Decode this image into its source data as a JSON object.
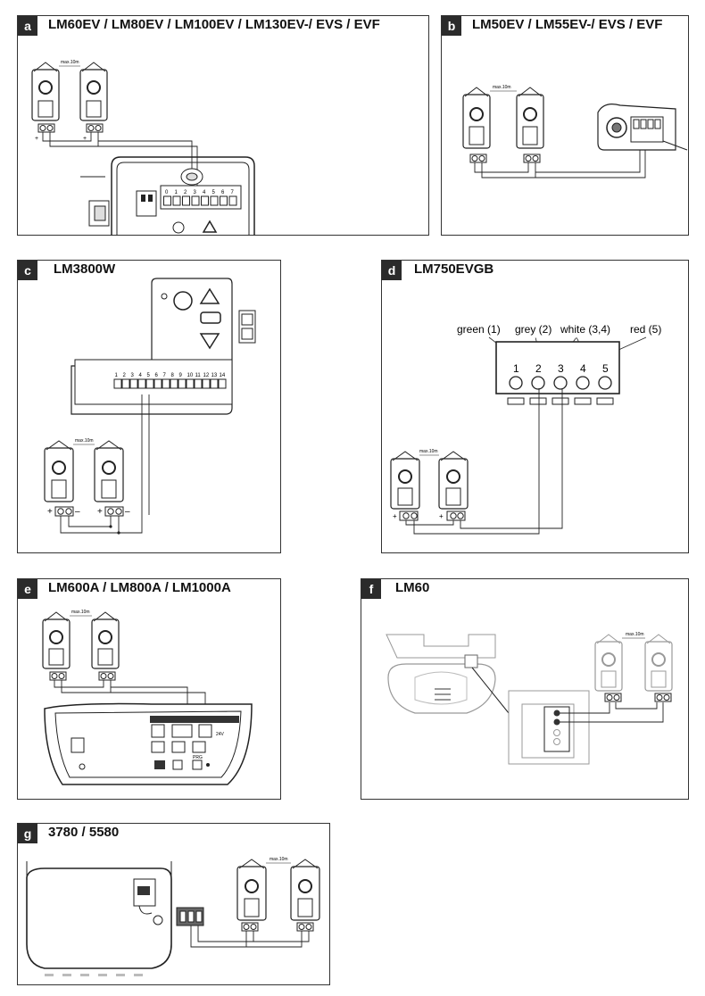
{
  "panels": {
    "a": {
      "letter": "a",
      "title": "LM60EV / LM80EV / LM100EV / LM130EV-/ EVS / EVF",
      "distance": "max.10m",
      "terminals": [
        "0",
        "1",
        "2",
        "3",
        "4",
        "5",
        "6",
        "7"
      ]
    },
    "b": {
      "letter": "b",
      "title": "LM50EV / LM55EV-/ EVS / EVF",
      "distance": "max.10m"
    },
    "c": {
      "letter": "c",
      "title": "LM3800W",
      "distance": "max.10m",
      "terminals": [
        "1",
        "2",
        "3",
        "4",
        "5",
        "6",
        "7",
        "8",
        "9",
        "10",
        "11",
        "12",
        "13",
        "14"
      ]
    },
    "d": {
      "letter": "d",
      "title": "LM750EVGB",
      "distance": "max.10m",
      "wire_labels": [
        "green (1)",
        "grey (2)",
        "white (3,4)",
        "red (5)"
      ],
      "terminals": [
        "1",
        "2",
        "3",
        "4",
        "5"
      ]
    },
    "e": {
      "letter": "e",
      "title": "LM600A / LM800A / LM1000A",
      "distance": "max.10m",
      "small_labels": [
        "24V",
        "PRG"
      ]
    },
    "f": {
      "letter": "f",
      "title": "LM60",
      "distance": "max.10m"
    },
    "g": {
      "letter": "g",
      "title": "3780 / 5580",
      "distance": "max.10m"
    }
  },
  "polarity": {
    "plus": "+",
    "minus": "–"
  }
}
